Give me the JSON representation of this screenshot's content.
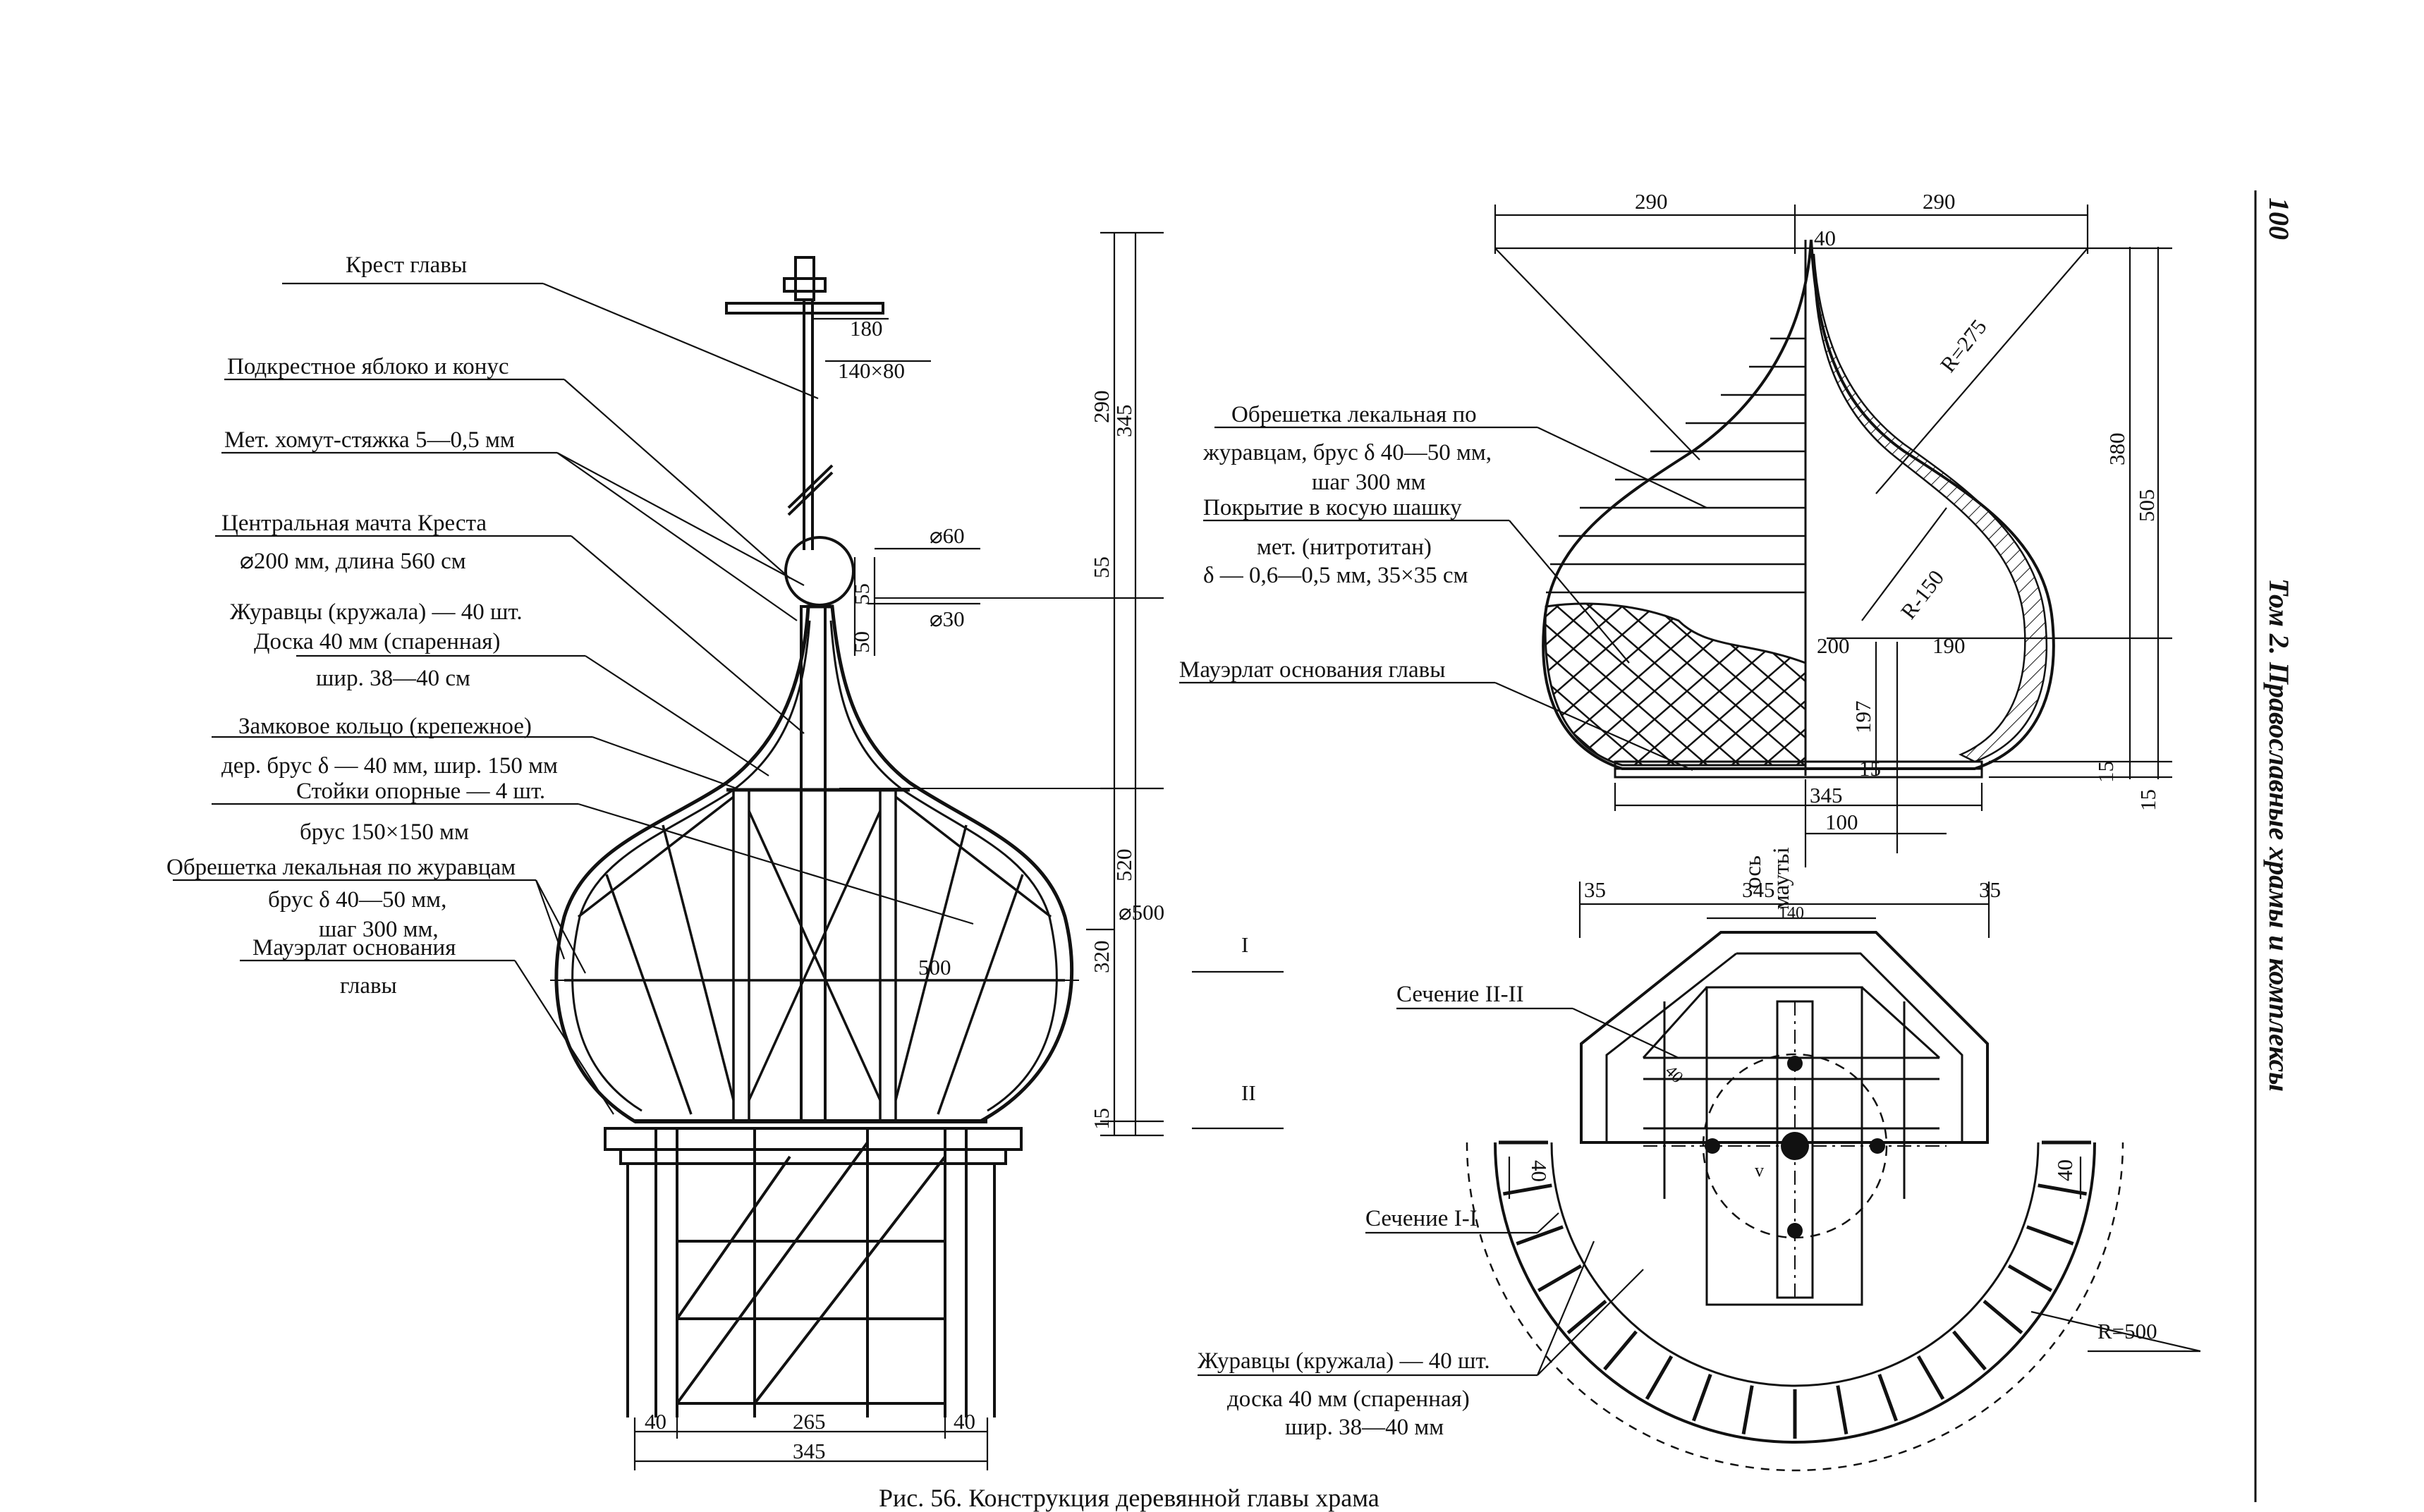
{
  "page_number": "100",
  "running_header": "Том 2. Православные храмы и комплексы",
  "caption": "Рис. 56. Конструкция деревянной главы храма",
  "colors": {
    "ink": "#111111",
    "paper": "#ffffff"
  },
  "left_labels": {
    "krest": "Крест главы",
    "yabloko": "Подкрестное яблоко и конус",
    "khomut": "Мет. хомут-стяжка 5—0,5 мм",
    "machta_1": "Центральная мачта Креста",
    "machta_2": "⌀200 мм, длина 560 см",
    "zhuravtsy_1": "Журавцы (кружала) — 40 шт.",
    "zhuravtsy_2": "Доска 40 мм (спаренная)",
    "zhuravtsy_3": "шир. 38—40 см",
    "zamok_1": "Замковое кольцо (крепежное)",
    "zamok_2": "дер. брус δ — 40 мм, шир. 150 мм",
    "stoyki_1": "Стойки опорные — 4 шт.",
    "stoyki_2": "брус 150×150 мм",
    "obresh_1": "Обрешетка лекальная по журавцам",
    "obresh_2": "брус δ 40—50 мм,",
    "obresh_3": "шаг 300 мм,",
    "mauer_1": "Мауэрлат основания",
    "mauer_2": "главы"
  },
  "left_dims": {
    "d180": "180",
    "d140x80": "140×80",
    "d60": "⌀60",
    "d30": "⌀30",
    "d55": "55",
    "d50": "50",
    "d290": "290",
    "d345v": "345",
    "d55v": "55",
    "d520": "520",
    "d500d": "⌀500",
    "d320": "320",
    "d15": "15",
    "d500": "500",
    "d40a": "40",
    "d265": "265",
    "d40b": "40",
    "d345": "345",
    "sec_I": "I",
    "sec_II": "II"
  },
  "right_labels": {
    "obresh_1": "Обрешетка лекальная по",
    "obresh_2": "журавцам, брус δ 40—50 мм,",
    "obresh_3": "шаг 300 мм",
    "pokr_1": "Покрытие в косую шашку",
    "pokr_2": "мет. (нитротитан)",
    "pokr_3": "δ — 0,6—0,5 мм, 35×35 см",
    "mauer": "Мауэрлат основания главы",
    "sec2": "Сечение II-II",
    "sec1": "Сечение I-I",
    "zh_1": "Журавцы (кружала) — 40 шт.",
    "zh_2": "доска 40 мм (спаренная)",
    "zh_3": "шир. 38—40 мм",
    "os_1": "ось",
    "os_2": "маутьі"
  },
  "right_dims": {
    "d290a": "290",
    "d290b": "290",
    "d40": "40",
    "r275": "R=275",
    "r150": "R-150",
    "d380": "380",
    "d505": "505",
    "d200": "200",
    "d190": "190",
    "d197": "197",
    "d15a": "15",
    "d15b": "15",
    "d15c": "15",
    "d345": "345",
    "d100": "100",
    "d35a": "35",
    "d345b": "345",
    "d35b": "35",
    "d140": "140",
    "d40a": "40",
    "d40b": "40",
    "d40c": "40",
    "r500": "R=500",
    "v": "v"
  }
}
